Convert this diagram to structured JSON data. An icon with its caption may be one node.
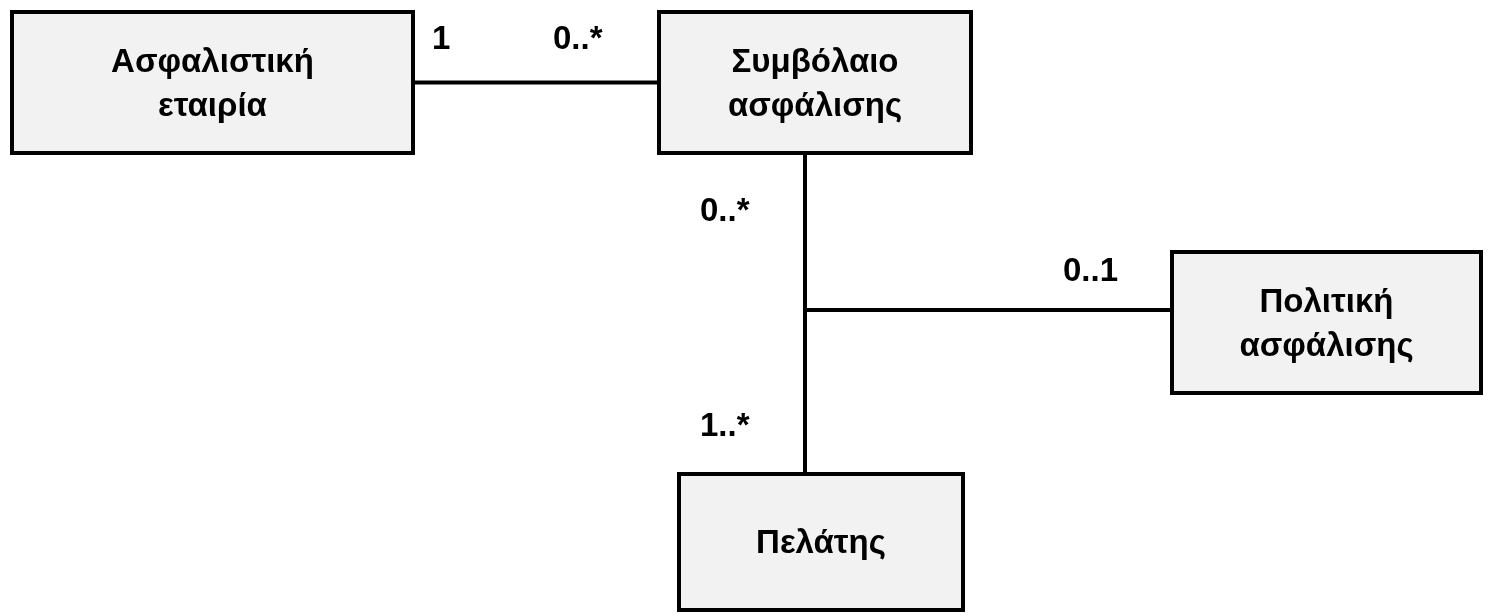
{
  "diagram": {
    "nodes": [
      {
        "text": [
          "Ασφαλιστική εταιρία"
        ]
      },
      {
        "text": [
          "Συμβόλαιο ασφάλισης"
        ]
      },
      {
        "text": [
          "Πολιτική ασφάλισης"
        ]
      },
      {
        "text": [
          "Πελάτης"
        ]
      }
    ],
    "edges": [
      {
        "from": 0,
        "to": 1,
        "arrow": "none"
      },
      {
        "from": 1,
        "to": 3,
        "arrow": "none"
      },
      {
        "from": 1,
        "to": 2,
        "arrow": "none"
      }
    ],
    "labels": [
      "1",
      "0..*",
      "0..*",
      "0..1",
      "1..*"
    ]
  }
}
